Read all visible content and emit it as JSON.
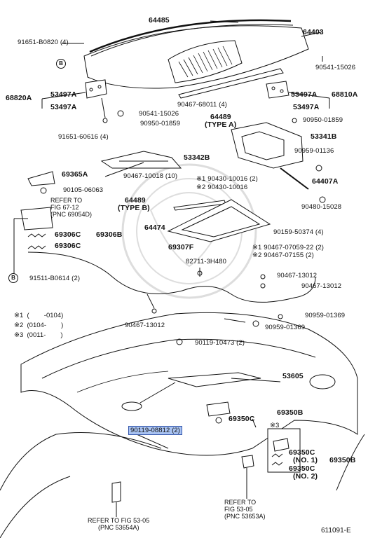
{
  "labels": {
    "p64485": "64485",
    "p64403": "64403",
    "p91651_b0820": "91651-B0820 (4)",
    "p90541_15026_a": "90541-15026",
    "p68820a": "68820A",
    "p53497a_1": "53497A",
    "p53497a_2": "53497A",
    "p90467_68011": "90467-68011 (4)",
    "p64489a": "64489",
    "p64489a_type": "(TYPE A)",
    "p53497a_3": "53497A",
    "p68810a": "68810A",
    "p53497a_4": "53497A",
    "p90541_15026_b": "90541-15026",
    "p90950_01859_a": "90950-01859",
    "p90950_01859_b": "90950-01859",
    "p91651_60616": "91651-60616 (4)",
    "p53341b": "53341B",
    "p53342b": "53342B",
    "p90959_01136": "90959-01136",
    "p69365a": "69365A",
    "p90467_10018": "90467-10018 (10)",
    "p64407a": "64407A",
    "p90430_a": "90430-10016 (2)",
    "p90430_b": "90430-10016",
    "p90105_06063": "90105-06063",
    "ref_67_12_a": "REFER TO",
    "ref_67_12_b": "FIG 67-12",
    "ref_67_12_c": "(PNC 69054D)",
    "p64489b": "64489",
    "p64489b_type": "(TYPE B)",
    "p90480_15028": "90480-15028",
    "p64474": "64474",
    "p90159_50374": "90159-50374 (4)",
    "p69306c_1": "69306C",
    "p69306b": "69306B",
    "p69306c_2": "69306C",
    "p69307f": "69307F",
    "p90467_07059": "90467-07059-22 (2)",
    "p90467_07155": "90467-07155 (2)",
    "p82711_3h480": "82711-3H480",
    "p90467_13012_a": "90467-13012",
    "p90467_13012_b": "90467-13012",
    "p91511_b0614": "91511-B0614 (2)",
    "p90959_01369_a": "90959-01369",
    "p90959_01369_b": "90959-01369",
    "p90467_13012_c": "90467-13012",
    "p90119_10473": "90119-10473 (2)",
    "p53605": "53605",
    "p69350b_1": "69350B",
    "p69350c_1": "69350C",
    "p90119_08812": "90119-08812 (2)",
    "p69350c_no1": "69350C",
    "p69350c_no1_sub": "(NO. 1)",
    "p69350c_no2": "69350C",
    "p69350c_no2_sub": "(NO. 2)",
    "p69350b_2": "69350B",
    "ref_53_05_a_1": "REFER TO FIG 53-05",
    "ref_53_05_a_2": "(PNC 53654A)",
    "ref_53_05_b_1": "REFER TO",
    "ref_53_05_b_2": "FIG 53-05",
    "ref_53_05_b_3": "(PNC 53653A)",
    "fig_id": "611091-E",
    "b_mark_1": "B",
    "b_mark_2": "B"
  },
  "notes": {
    "n1_mark": "※1",
    "n1_text": "90430-10016 (2)",
    "n2_mark": "※2",
    "n2_text": "90430-10016",
    "n3_mark": "※1",
    "n4_mark": "※2",
    "n5_mark": "※3"
  },
  "legend": {
    "row1": "※1  (        -0104)",
    "row2": "※2  (0104-        )",
    "row3": "※3  (0011-        )"
  },
  "colors": {
    "line": "#111111",
    "highlight_bg": "#a9c3f2",
    "highlight_border": "#3355aa",
    "watermark": "#c9c9c9"
  }
}
